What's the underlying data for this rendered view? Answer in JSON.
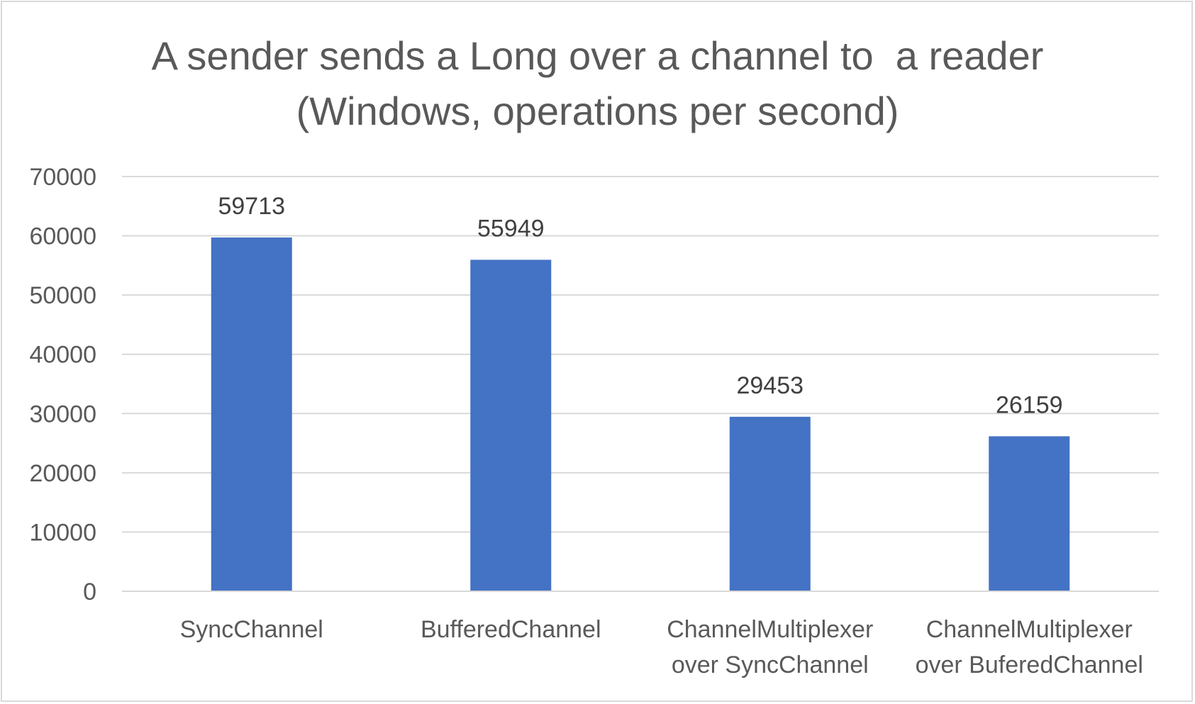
{
  "chart_data": {
    "type": "bar",
    "title_lines": [
      "A sender sends a Long over a channel to  a reader",
      "(Windows, operations per second)"
    ],
    "categories": [
      [
        "SyncChannel"
      ],
      [
        "BufferedChannel"
      ],
      [
        "ChannelMultiplexer",
        "over SyncChannel"
      ],
      [
        "ChannelMultiplexer",
        "over BuferedChannel"
      ]
    ],
    "values": [
      59713,
      55949,
      29453,
      26159
    ],
    "data_labels": [
      "59713",
      "55949",
      "29453",
      "26159"
    ],
    "y_ticks": [
      "0",
      "10000",
      "20000",
      "30000",
      "40000",
      "50000",
      "60000",
      "70000"
    ],
    "ylim": [
      0,
      70000
    ],
    "grid": true,
    "legend": "none",
    "bar_color": "#4472c4",
    "grid_color": "#d9d9d9"
  }
}
